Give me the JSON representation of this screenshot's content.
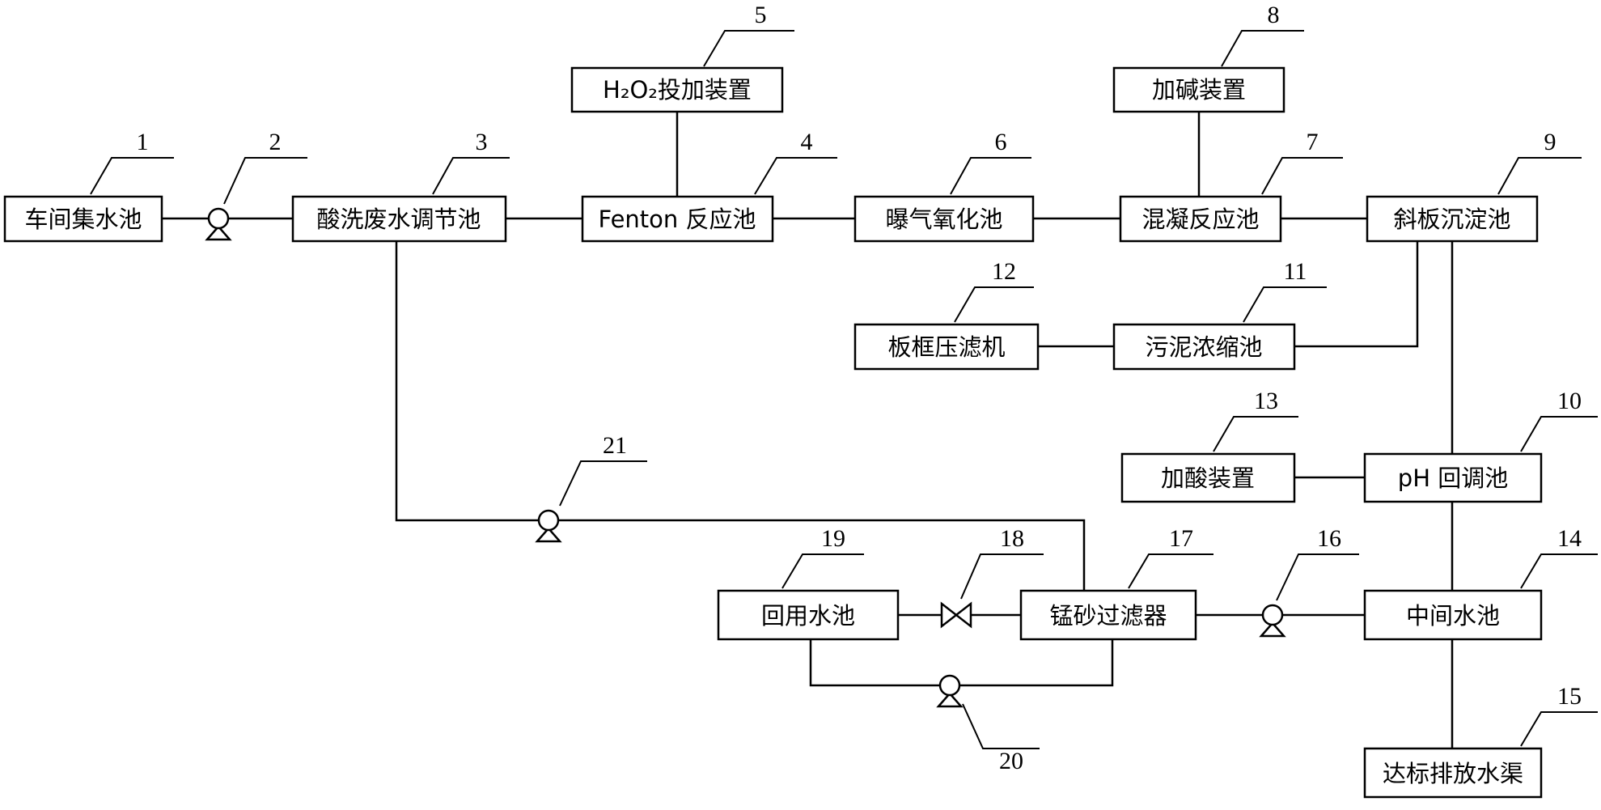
{
  "nodes": {
    "b1": {
      "number": "1",
      "label": "车间集水池"
    },
    "p2": {
      "number": "2"
    },
    "b3": {
      "number": "3",
      "label": "酸洗废水调节池"
    },
    "b4": {
      "number": "4",
      "label": "Fenton 反应池"
    },
    "b5": {
      "number": "5",
      "label": "H₂O₂投加装置"
    },
    "b6": {
      "number": "6",
      "label": "曝气氧化池"
    },
    "b7": {
      "number": "7",
      "label": "混凝反应池"
    },
    "b8": {
      "number": "8",
      "label": "加碱装置"
    },
    "b9": {
      "number": "9",
      "label": "斜板沉淀池"
    },
    "b10": {
      "number": "10",
      "label": "pH 回调池"
    },
    "b11": {
      "number": "11",
      "label": "污泥浓缩池"
    },
    "b12": {
      "number": "12",
      "label": "板框压滤机"
    },
    "b13": {
      "number": "13",
      "label": "加酸装置"
    },
    "b14": {
      "number": "14",
      "label": "中间水池"
    },
    "b15": {
      "number": "15",
      "label": "达标排放水渠"
    },
    "p16": {
      "number": "16"
    },
    "b17": {
      "number": "17",
      "label": "锰砂过滤器"
    },
    "v18": {
      "number": "18"
    },
    "b19": {
      "number": "19",
      "label": "回用水池"
    },
    "p20": {
      "number": "20"
    },
    "p21": {
      "number": "21"
    }
  }
}
